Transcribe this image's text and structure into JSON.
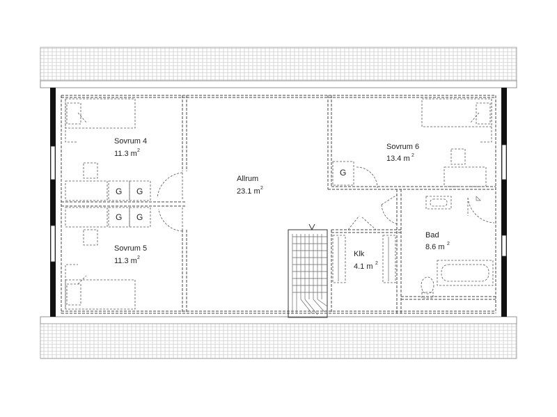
{
  "rooms": {
    "sovrum4": {
      "name": "Sovrum 4",
      "area": "11.3 m",
      "sup": "2"
    },
    "sovrum5": {
      "name": "Sovrum 5",
      "area": "11.3 m",
      "sup": "2"
    },
    "allrum": {
      "name": "Allrum",
      "area": "23.1 m",
      "sup": "2"
    },
    "sovrum6": {
      "name": "Sovrum 6",
      "area": "13.4 m",
      "sup": "2"
    },
    "bad": {
      "name": "Bad",
      "area": "8.6 m",
      "sup": "2"
    },
    "klk": {
      "name": "Klk",
      "area": "4.1 m",
      "sup": "2"
    }
  },
  "wardrobe_mark": "G"
}
